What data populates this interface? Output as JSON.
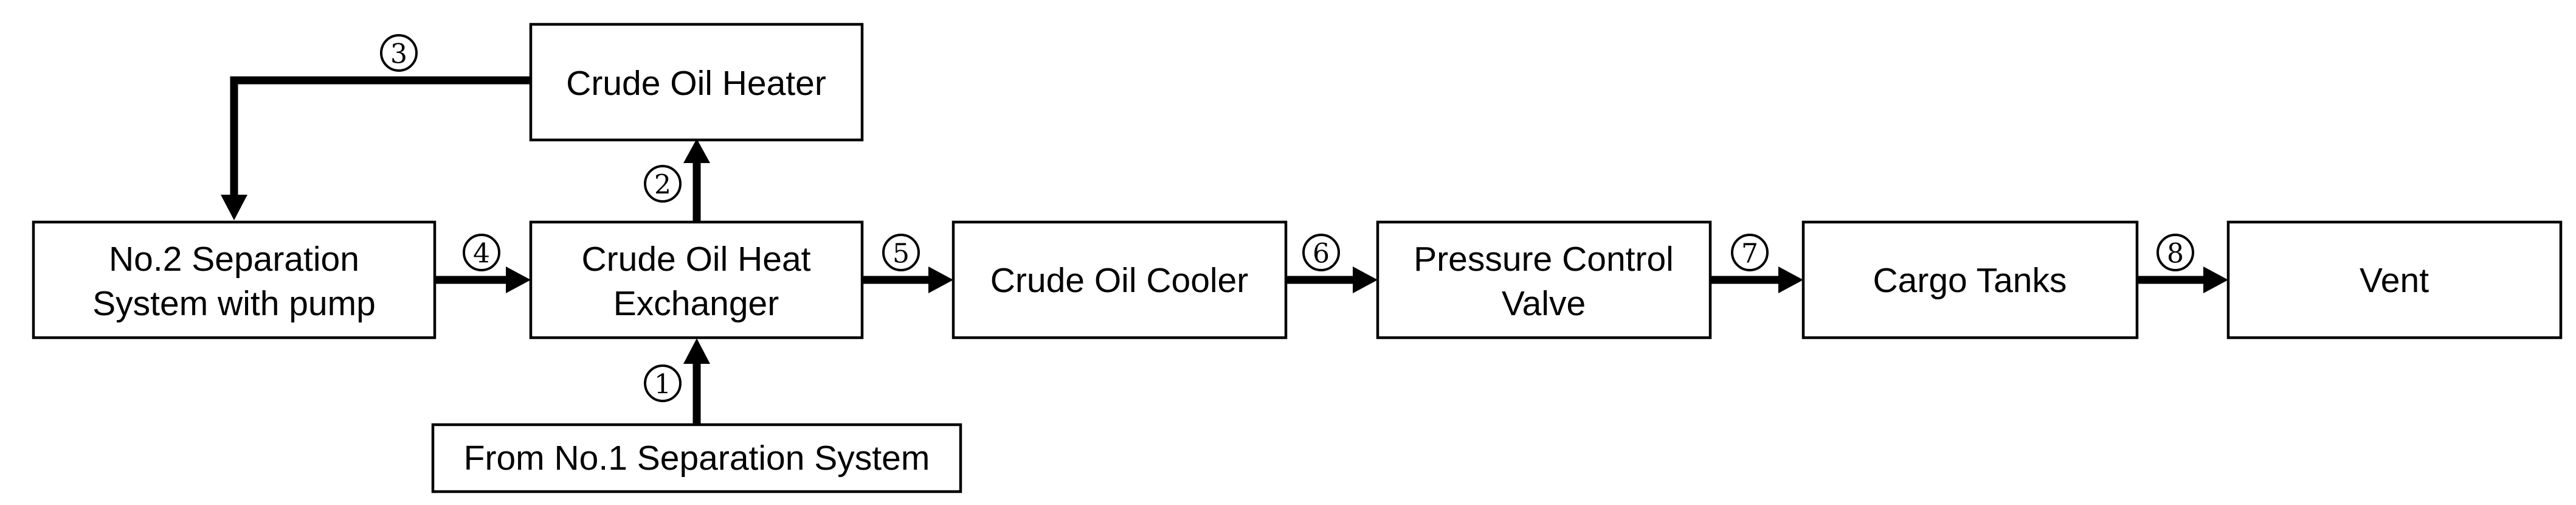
{
  "boxes": {
    "heater": {
      "lines": [
        "Crude Oil Heater"
      ]
    },
    "separation2": {
      "lines": [
        "No.2 Separation",
        "System with pump"
      ]
    },
    "heat_exchanger": {
      "lines": [
        "Crude Oil Heat",
        "Exchanger"
      ]
    },
    "cooler": {
      "lines": [
        "Crude Oil Cooler"
      ]
    },
    "pressure_valve": {
      "lines": [
        "Pressure Control",
        "Valve"
      ]
    },
    "cargo_tanks": {
      "lines": [
        "Cargo Tanks"
      ]
    },
    "vent": {
      "lines": [
        "Vent"
      ]
    },
    "separation1": {
      "lines": [
        "From No.1 Separation System"
      ]
    }
  },
  "streams": {
    "s1": "1",
    "s2": "2",
    "s3": "3",
    "s4": "4",
    "s5": "5",
    "s6": "6",
    "s7": "7",
    "s8": "8"
  }
}
